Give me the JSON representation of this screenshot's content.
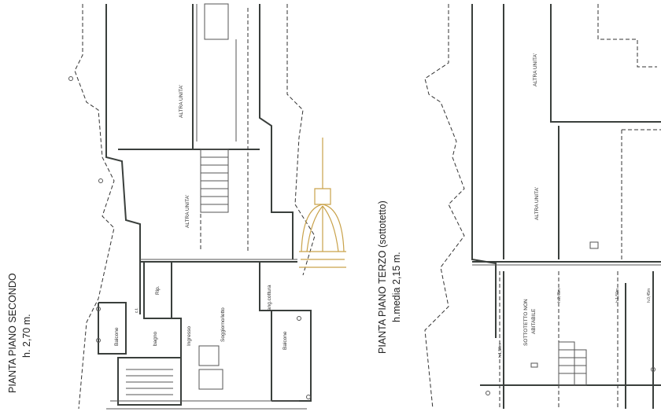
{
  "plan_left": {
    "title": "PIANTA PIANO SECONDO",
    "height": "h. 2,70 m.",
    "rooms": {
      "other_unit_top": "ALTRA UNITA'",
      "other_unit_mid": "ALTRA UNITA'",
      "living": "Soggiorno/letto",
      "kitchen": "ang.cottura",
      "storage": "Rip.",
      "bath": "bagno",
      "entrance": "Ingresso",
      "balcony_left": "Balcone",
      "balcony_right": "Balcone",
      "small": "c.t."
    }
  },
  "plan_right": {
    "title": "PIANTA PIANO TERZO (sottotetto)",
    "height": "h.media 2,15 m.",
    "rooms": {
      "other_unit_top": "ALTRA UNITA'",
      "other_unit_mid": "ALTRA UNITA'",
      "attic_line1": "SOTTOTETTO NON",
      "attic_line2": "ABITABILE"
    },
    "heights": [
      "h.1,50m",
      "h.2,45m",
      "h.1,50m",
      "h.0,45m"
    ]
  },
  "colors": {
    "wall": "#3a3f3c",
    "logo": "#c9a24a"
  }
}
